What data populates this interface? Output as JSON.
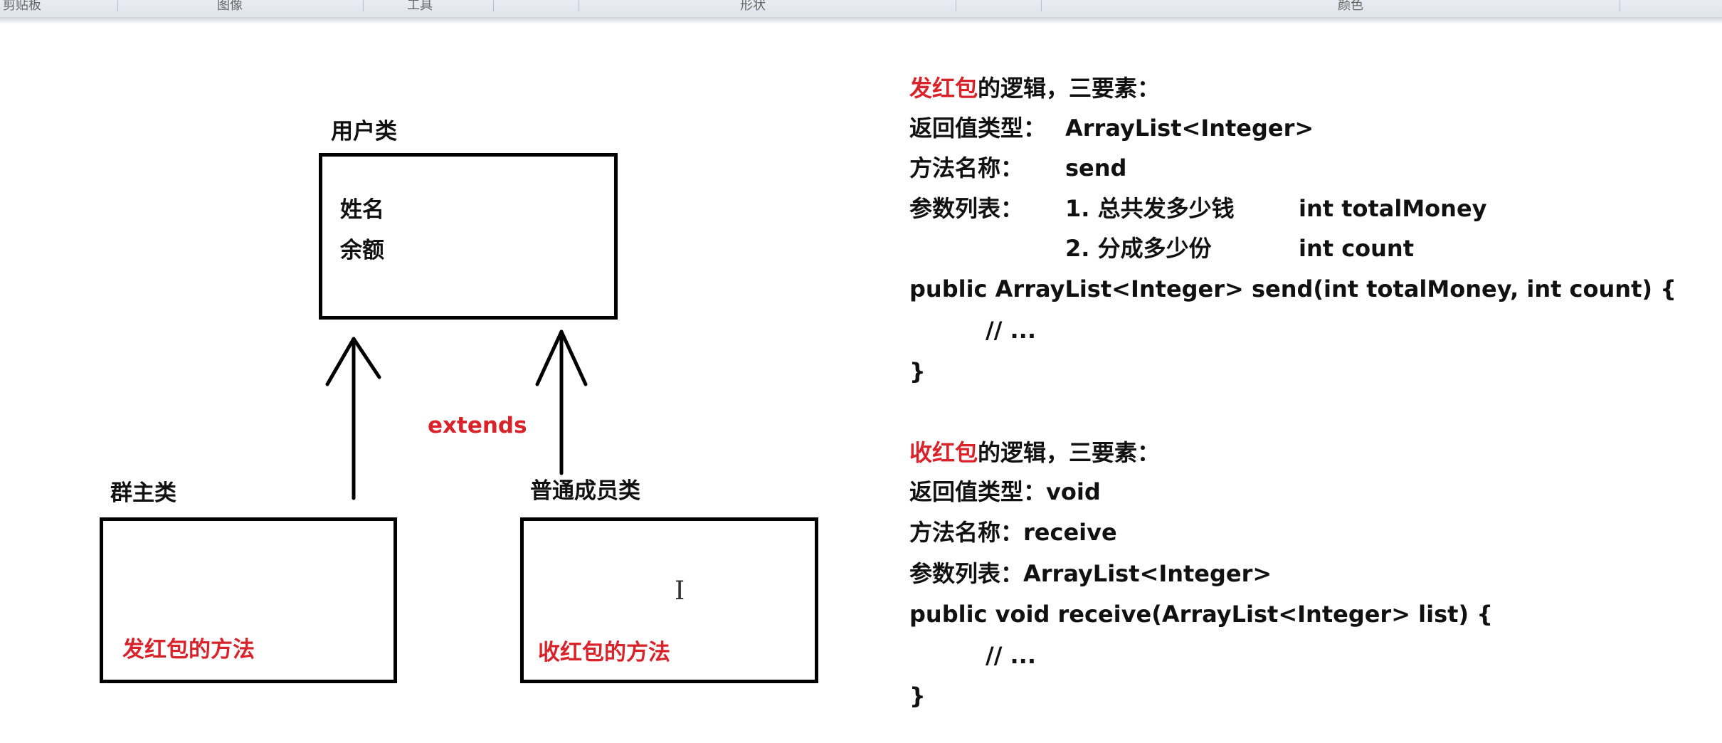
{
  "ribbon": {
    "groups": [
      "剪贴板",
      "图像",
      "工具",
      "形状",
      "颜色"
    ]
  },
  "diagram": {
    "parent": {
      "title": "用户类",
      "fields": [
        "姓名",
        "余额"
      ]
    },
    "child_left": {
      "title": "群主类",
      "method": "发红包的方法"
    },
    "child_right": {
      "title": "普通成员类",
      "method": "收红包的方法"
    },
    "relation": "extends",
    "cursor_glyph": "I"
  },
  "send": {
    "heading_red": "发红包",
    "heading_rest": "的逻辑，三要素：",
    "return_label": "返回值类型：",
    "return_value": "ArrayList<Integer>",
    "name_label": "方法名称：",
    "name_value": "send",
    "params_label": "参数列表：",
    "param1": "1. 总共发多少钱",
    "param1_type": "int totalMoney",
    "param2": "2. 分成多少份",
    "param2_type": "int count",
    "signature": "public ArrayList<Integer> send(int totalMoney, int count) {",
    "body": "// ...",
    "close": "}"
  },
  "receive": {
    "heading_red": "收红包",
    "heading_rest": "的逻辑，三要素：",
    "return_line": "返回值类型：void",
    "name_line": "方法名称：receive",
    "params_line": "参数列表：ArrayList<Integer>",
    "signature": "public void receive(ArrayList<Integer> list) {",
    "body": "// ...",
    "close": "}"
  },
  "colors": {
    "accent_red": "#d8232a",
    "line": "#000000"
  }
}
